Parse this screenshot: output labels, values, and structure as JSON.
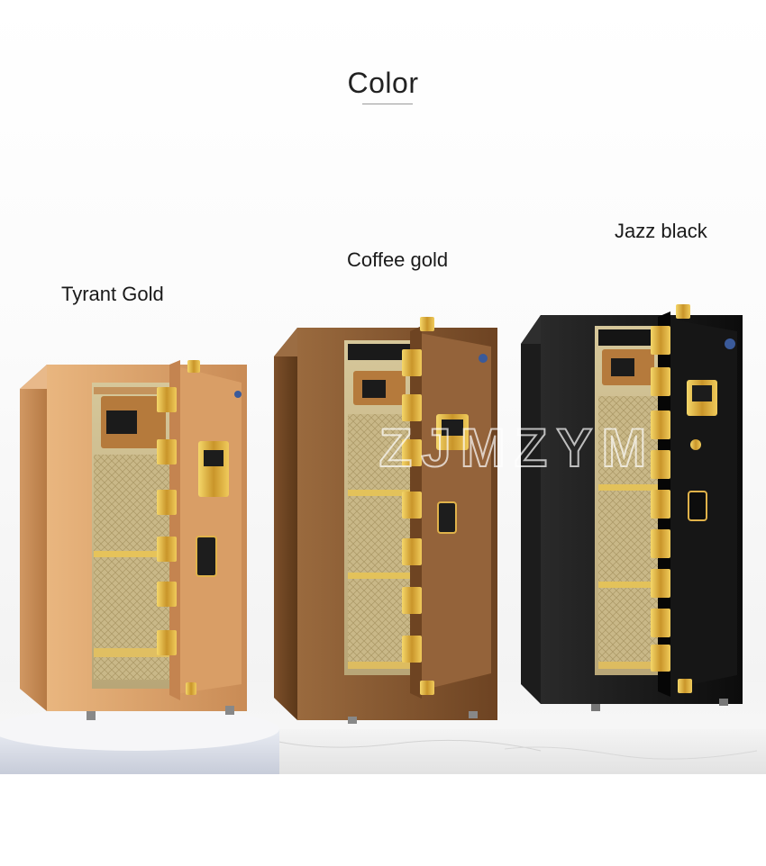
{
  "heading": "Color",
  "watermark": "ZJMZYM",
  "variants": [
    {
      "name": "Tyrant Gold",
      "color": "#d9a06a"
    },
    {
      "name": "Coffee gold",
      "color": "#8a5a32"
    },
    {
      "name": "Jazz black",
      "color": "#141414"
    }
  ],
  "accent_gold": "#e2b640"
}
